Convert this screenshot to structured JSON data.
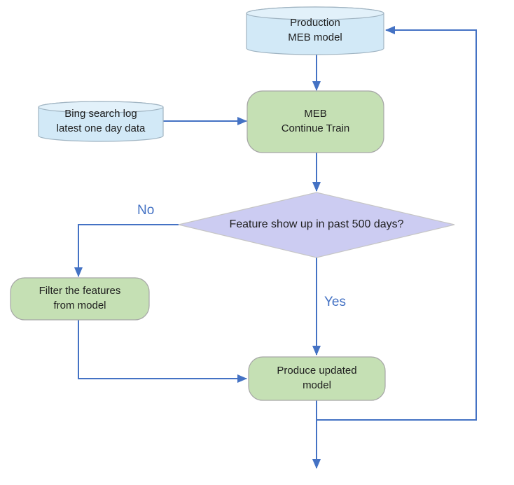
{
  "diagram": {
    "type": "flowchart",
    "nodes": {
      "production_model": {
        "shape": "cylinder",
        "label": "Production\nMEB model"
      },
      "bing_log": {
        "shape": "cylinder",
        "label": "Bing search log\nlatest one day data"
      },
      "continue_train": {
        "shape": "rounded-rect",
        "label": "MEB\nContinue Train"
      },
      "decision": {
        "shape": "diamond",
        "label": "Feature show up in past 500 days?"
      },
      "filter_features": {
        "shape": "rounded-rect",
        "label": "Filter the features\nfrom model"
      },
      "produce_model": {
        "shape": "rounded-rect",
        "label": "Produce updated\nmodel"
      }
    },
    "edge_labels": {
      "no": "No",
      "yes": "Yes"
    },
    "edges": [
      {
        "from": "production_model",
        "to": "continue_train"
      },
      {
        "from": "bing_log",
        "to": "continue_train"
      },
      {
        "from": "continue_train",
        "to": "decision"
      },
      {
        "from": "decision",
        "to": "filter_features",
        "label": "No"
      },
      {
        "from": "decision",
        "to": "produce_model",
        "label": "Yes"
      },
      {
        "from": "filter_features",
        "to": "produce_model"
      },
      {
        "from": "produce_model",
        "to": "production_model",
        "note": "feedback loop"
      },
      {
        "from": "produce_model",
        "to": "downstream-output"
      }
    ],
    "colors": {
      "arrow": "#4472C4",
      "cylinder_fill": "#D2E9F7",
      "cylinder_lid_fill": "#E2F1FA",
      "cylinder_stroke": "#A0B4C2",
      "process_fill": "#C5E0B4",
      "process_stroke": "#A6A6A6",
      "decision_fill": "#CCCCF2",
      "decision_stroke": "#C6C6C6",
      "node_text": "#1E1E1E",
      "edge_label_text": "#4472C4"
    }
  }
}
